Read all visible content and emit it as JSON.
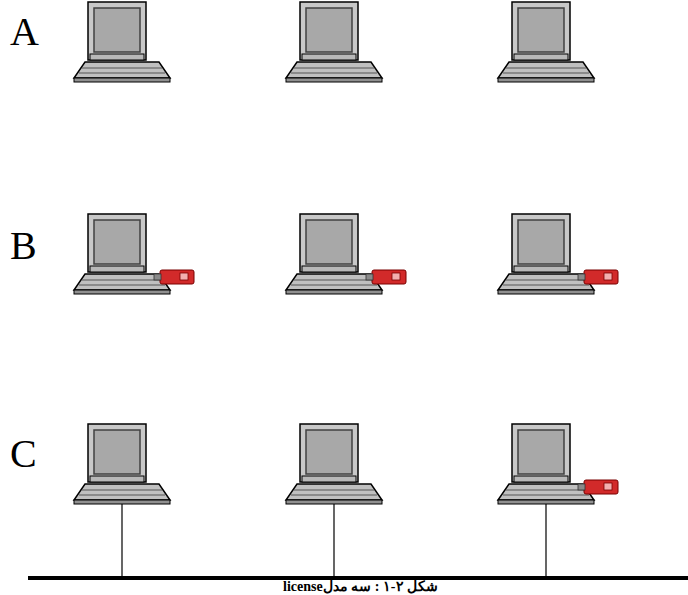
{
  "diagram": {
    "caption": "شکل ۲-۱ : سه مدلlicense",
    "labels": [
      "A",
      "B",
      "C"
    ]
  }
}
